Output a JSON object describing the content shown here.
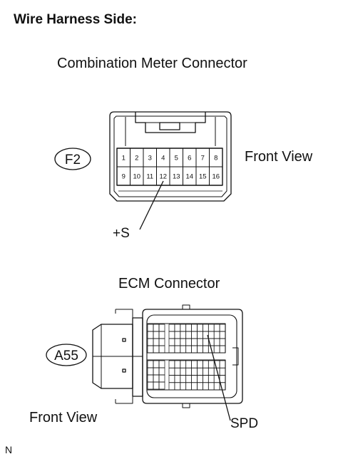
{
  "title": "Wire Harness Side:",
  "combination_meter": {
    "heading": "Combination Meter Connector",
    "code": "F2",
    "view_label": "Front View",
    "pins_top": [
      "1",
      "2",
      "3",
      "4",
      "5",
      "6",
      "7",
      "8"
    ],
    "pins_bottom": [
      "9",
      "10",
      "11",
      "12",
      "13",
      "14",
      "15",
      "16"
    ],
    "callout": "+S"
  },
  "ecm": {
    "heading": "ECM Connector",
    "code": "A55",
    "view_label": "Front View",
    "callout": "SPD"
  },
  "corner_mark": "N"
}
